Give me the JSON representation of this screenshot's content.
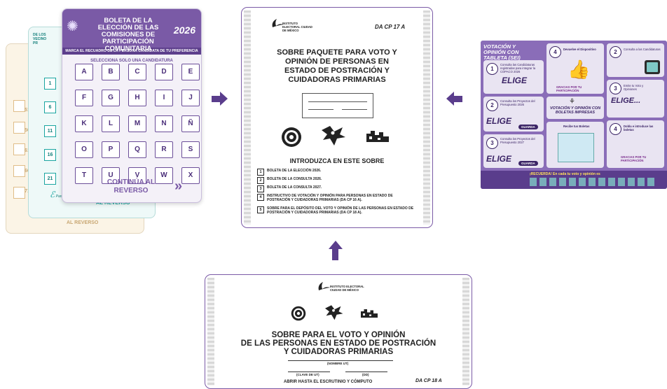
{
  "ballot_stack": {
    "back_card": {
      "numbers": [
        "51",
        "56",
        "61",
        "66",
        "71"
      ],
      "footer": "AL REVERSO"
    },
    "middle_card": {
      "header_lines": [
        "DE LOS",
        "VECINO",
        "PR"
      ],
      "numbers": [
        "1",
        "6",
        "11",
        "16",
        "21"
      ],
      "footer": "AL REVERSO",
      "logo_text": "Participación"
    },
    "front_card": {
      "title": "BOLETA DE LA ELECCIÓN DE LAS COMISIONES DE PARTICIPACIÓN COMUNITARIA",
      "year": "2026",
      "instruction": "MARCA EL RECUADRO DE LA PERSONA CANDIDATA DE TU PREFERENCIA",
      "select_label": "SELECCIONA SOLO UNA CANDIDATURA",
      "options": [
        "A",
        "B",
        "C",
        "D",
        "E",
        "F",
        "G",
        "H",
        "I",
        "J",
        "K",
        "L",
        "M",
        "N",
        "Ñ",
        "O",
        "P",
        "Q",
        "R",
        "S",
        "T",
        "U",
        "V",
        "W",
        "X"
      ],
      "continue_label": "CONTINÚA AL REVERSO"
    }
  },
  "main_envelope": {
    "institute": "INSTITUTO ELECTORAL CIUDAD DE MÉXICO",
    "code": "DA CP 17 A",
    "title": "SOBRE PAQUETE PARA VOTO Y OPINIÓN DE PERSONAS EN ESTADO DE POSTRACIÓN Y CUIDADORAS PRIMARIAS",
    "insert_heading": "INTRODUZCA EN ESTE SOBRE",
    "items": [
      {
        "n": "1",
        "text": "BOLETA DE LA ELECCIÓN 2026."
      },
      {
        "n": "2",
        "text": "BOLETA DE LA CONSULTA 2026."
      },
      {
        "n": "3",
        "text": "BOLETA DE LA CONSULTA 2027."
      },
      {
        "n": "4",
        "text": "INSTRUCTIVO DE VOTACIÓN Y OPINIÓN PARA PERSONAS EN ESTADO DE POSTRACIÓN Y CUIDADORAS PRIMARIAS (DA CP 16 A)."
      },
      {
        "n": "5",
        "text": "SOBRE PARA EL DEPÓSITO DEL VOTO Y OPINIÓN DE LAS PERSONAS EN ESTADO DE POSTRACIÓN Y CUIDADORAS PRIMARIAS (DA CP 18 A)."
      }
    ]
  },
  "infographic": {
    "title_tablet": "VOTACIÓN Y OPINIÓN CON TABLETA (SEI)",
    "title_printed": "VOTACIÓN Y OPINIÓN CON BOLETAS IMPRESAS",
    "steps": [
      {
        "num": "1",
        "big": "ELIGE",
        "label": "Consulta las Candidaturas registradas para integrar la COPACO 2026"
      },
      {
        "num": "2",
        "big": "ELIGE",
        "label": "Consulta los Proyectos del Presupuesto 2026"
      },
      {
        "num": "3",
        "big": "ELIGE",
        "label": "Consulta los Proyectos del Presupuesto 2027"
      },
      {
        "num": "4",
        "big": "",
        "label": "Devuelve el Dispositivo"
      }
    ],
    "right_steps": [
      {
        "num": "2",
        "big": "",
        "label": "Consulta a las Candidaturas"
      },
      {
        "num": "3",
        "big": "ELIGE...",
        "label": "Emite tu Voto y Opiniones"
      },
      {
        "num": "4",
        "big": "",
        "label": "Dobla e introduce las boletas"
      }
    ],
    "thanks": "GRACIAS POR TU PARTICIPACIÓN",
    "guarda": "GUARDA",
    "recibe": "Recibe tus Boletas",
    "reminder": "¡RECUERDA! En cada tu voto y opinión es"
  },
  "bottom_envelope": {
    "institute": "INSTITUTO ELECTORAL CIUDAD DE MÉXICO",
    "title_lines": [
      "SOBRE PARA EL VOTO Y OPINIÓN",
      "DE LAS PERSONAS EN ESTADO DE POSTRACIÓN",
      "Y CUIDADORAS PRIMARIAS"
    ],
    "field_name": "(NOMBRE UT)",
    "field_key": "(CLAVE DE UT)",
    "field_dd": "(DD)",
    "open_note": "ABRIR HASTA EL ESCRUTINIO Y CÓMPUTO",
    "code": "DA CP 18 A"
  },
  "colors": {
    "purple": "#7a5aa6",
    "dark_purple": "#5a3d8c",
    "teal": "#19a5a0",
    "cream": "#fbf4e6"
  },
  "icons": [
    "arrow-right-icon",
    "arrow-left-icon",
    "arrow-up-icon",
    "aztec-calendar-icon",
    "eagle-glyph-icon",
    "serpent-glyph-icon",
    "institute-logo-icon"
  ]
}
